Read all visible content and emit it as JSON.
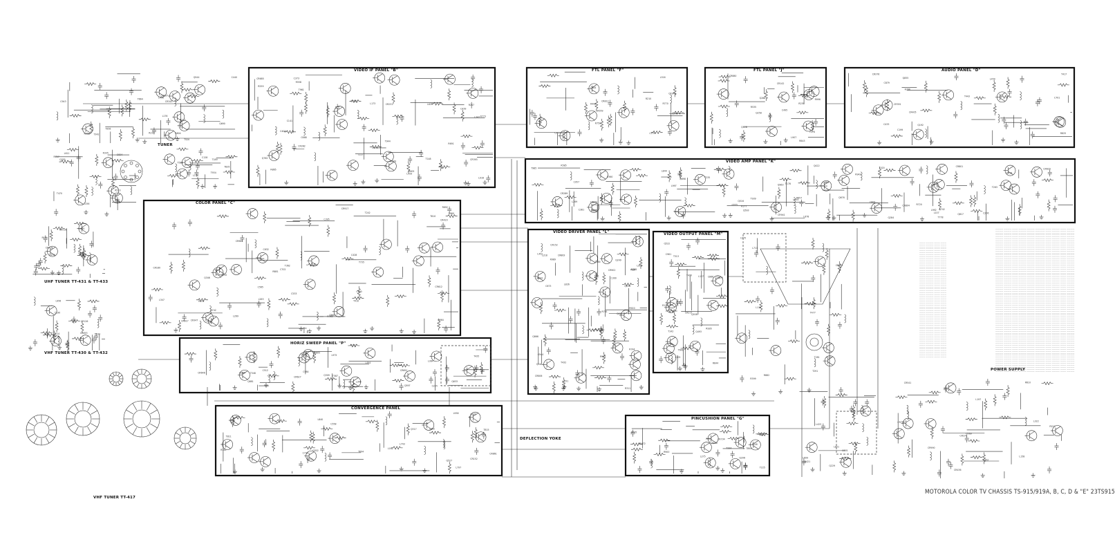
{
  "document": {
    "title": "MOTOROLA COLOR TV CHASSIS TS-915/919A, B, C, D & \"E\" 23TS915"
  },
  "panels": {
    "video_if": "VIDEO IF PANEL \"B\"",
    "ftl": "FTL PANEL \"F\"",
    "ftl2": "FTL PANEL \"J\"",
    "audio": "AUDIO PANEL \"D\"",
    "video_amp": "VIDEO AMP PANEL \"K\"",
    "color": "COLOR PANEL \"C\"",
    "video_driver": "VIDEO DRIVER PANEL \"L\"",
    "video_output": "VIDEO OUTPUT PANEL \"M\"",
    "horiz_sweep": "HORIZ SWEEP PANEL \"P\"",
    "convergence": "CONVERGENCE PANEL",
    "pincushion": "PINCUSHION PANEL \"G\"",
    "power_supply": "POWER SUPPLY"
  },
  "tuners": {
    "uhf": "UHF TUNER TT-431 & TT-433",
    "vhf": "VHF TUNER TT-430 & TT-432",
    "vhf2": "VHF TUNER TT-417"
  },
  "labels": {
    "deflection_yoke": "DEFLECTION YOKE",
    "tuner_label": "TUNER"
  },
  "colors": {
    "ink": "#222222",
    "panel_border": "#111111",
    "paper": "#ffffff"
  }
}
